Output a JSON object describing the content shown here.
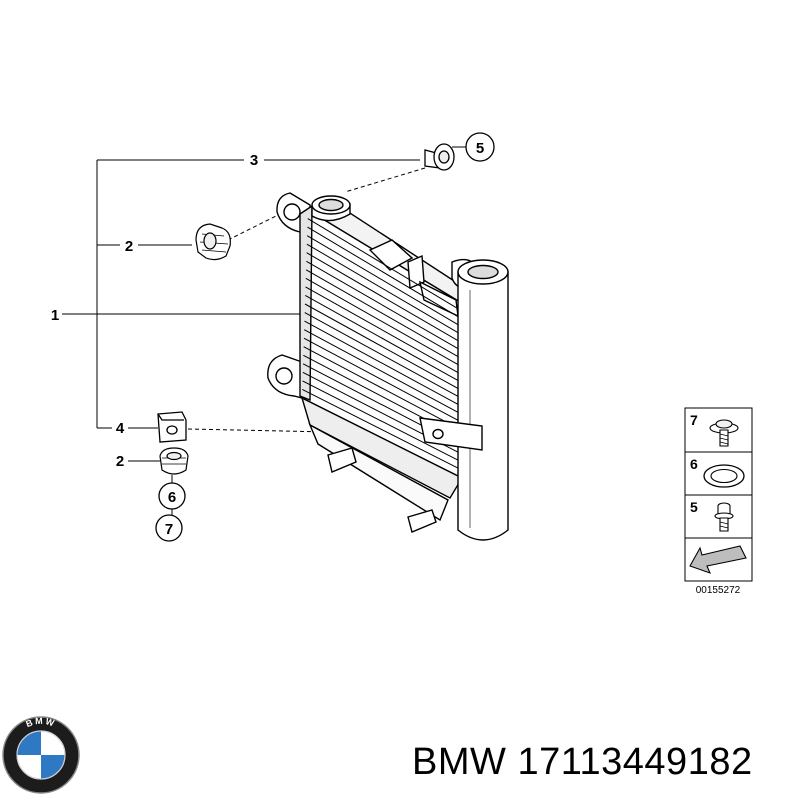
{
  "diagram": {
    "callouts": {
      "c1": "1",
      "c2a": "2",
      "c3": "3",
      "c4": "4",
      "c2b": "2"
    },
    "circled": {
      "c5": "5",
      "c6": "6",
      "c7": "7"
    },
    "legend": {
      "items": [
        "7",
        "6",
        "5"
      ],
      "reference_code": "00155272"
    }
  },
  "brand": {
    "logo_letters": "BMW",
    "caption_brand": "BMW",
    "caption_part_number": "17113449182"
  },
  "colors": {
    "line": "#000000",
    "logo_blue": "#2f78c4",
    "logo_ring": "#1c1c1c"
  }
}
